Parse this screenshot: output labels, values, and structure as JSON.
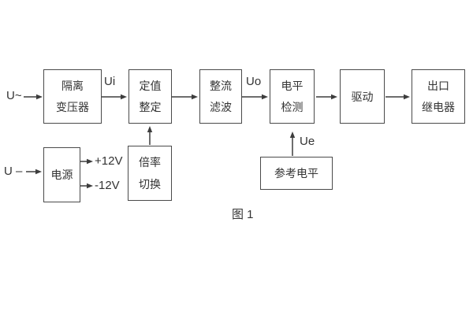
{
  "diagram": {
    "caption": "图 1",
    "inputs": {
      "ac": "U~",
      "dc": "U –"
    },
    "signals": {
      "ui": "Ui",
      "uo": "Uo",
      "ue": "Ue",
      "plus12v": "+12V",
      "minus12v": "-12V"
    },
    "blocks": {
      "isolation_transformer": {
        "line1": "隔离",
        "line2": "变压器"
      },
      "setting_adjust": {
        "line1": "定值",
        "line2": "整定"
      },
      "rectifier_filter": {
        "line1": "整流",
        "line2": "滤波"
      },
      "level_detect": {
        "line1": "电平",
        "line2": "检测"
      },
      "drive": {
        "line1": "驱动"
      },
      "output_relay": {
        "line1": "出口",
        "line2": "继电器"
      },
      "power_supply": {
        "line1": "电源"
      },
      "ratio_switch": {
        "line1": "倍率",
        "line2": "切换"
      },
      "reference_level": {
        "line1": "参考电平"
      }
    },
    "colors": {
      "line": "#3d3d3d",
      "text": "#333333",
      "background": "#ffffff"
    }
  }
}
